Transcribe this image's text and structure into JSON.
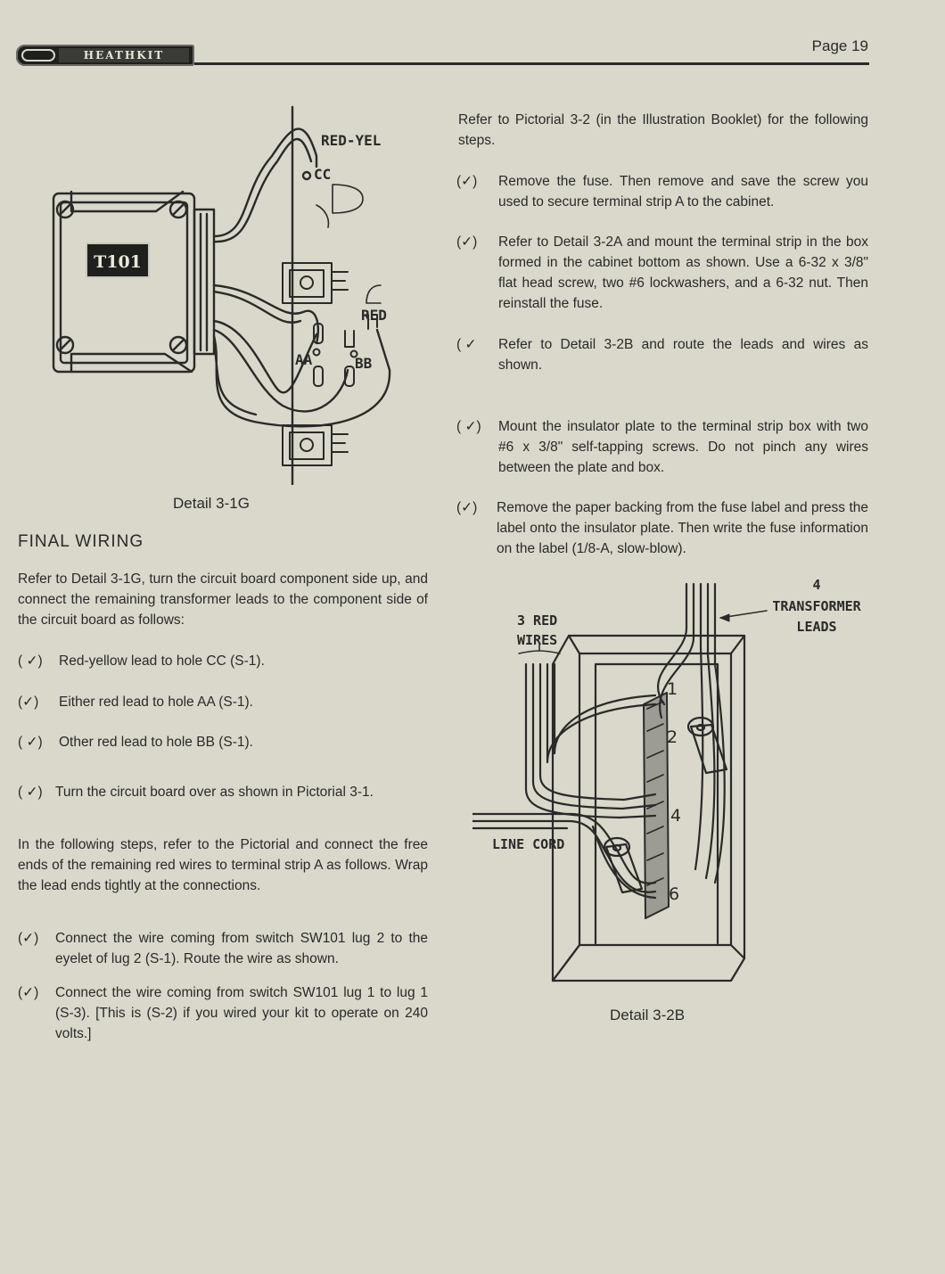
{
  "header": {
    "brand": "HEATHKIT",
    "page_number": "Page 19"
  },
  "detail_3_1g": {
    "caption": "Detail 3-1G",
    "labels": {
      "transformer": "T101",
      "red_yel": "RED-YEL",
      "cc": "CC",
      "red": "RED",
      "aa": "AA",
      "bb": "BB"
    }
  },
  "final_wiring": {
    "heading": "FINAL WIRING",
    "intro": "Refer to Detail 3-1G, turn the circuit board component side up, and connect the remaining transformer leads to the component side of the circuit board as follows:",
    "steps": [
      {
        "mark": "( ✓)",
        "text": "Red-yellow lead to hole CC (S-1)."
      },
      {
        "mark": "(✓)",
        "text": "Either red lead to hole AA (S-1)."
      },
      {
        "mark": "( ✓)",
        "text": "Other red lead to hole BB (S-1)."
      },
      {
        "mark": "( ✓)",
        "text": "Turn the circuit board over as shown in Pictorial 3-1."
      }
    ],
    "intro2": "In the following steps, refer to the Pictorial and connect the free ends of the remaining red wires to terminal strip A as follows. Wrap the lead ends tightly at the connections.",
    "steps2": [
      {
        "mark": "(✓)",
        "text": "Connect the wire coming from switch SW101 lug 2 to the eyelet of lug 2 (S-1). Route the wire as shown."
      },
      {
        "mark": "(✓)",
        "text": "Connect the wire coming from switch SW101 lug 1 to lug 1 (S-3). [This is (S-2) if you wired your kit to operate on 240 volts.]"
      }
    ]
  },
  "right_column": {
    "intro": "Refer to Pictorial 3-2 (in the Illustration Booklet) for the following steps.",
    "steps": [
      {
        "mark": "(✓)",
        "text": "Remove the fuse. Then remove and save the screw you used to secure terminal strip A to the cabinet."
      },
      {
        "mark": "(✓)",
        "text": "Refer to Detail 3-2A and mount the terminal strip in the box formed in the cabinet bottom as shown. Use a 6-32 x 3/8\" flat head screw, two #6 lockwashers, and a 6-32 nut. Then reinstall the fuse."
      },
      {
        "mark": "( ✓",
        "text": "Refer to Detail 3-2B and route the leads and wires as shown."
      },
      {
        "mark": "( ✓)",
        "text": "Mount the insulator plate to the terminal strip box with two #6 x 3/8\" self-tapping screws. Do not pinch any wires between the plate and box."
      },
      {
        "mark": "(✓)",
        "text": "Remove the paper backing from the fuse label and press the label onto the insulator plate. Then write the fuse information on the label (1/8-A, slow-blow)."
      }
    ]
  },
  "detail_3_2b": {
    "caption": "Detail 3-2B",
    "labels": {
      "red_wires_line1": "3 RED",
      "red_wires_line2": "WIRES",
      "transformer_leads_line1": "4",
      "transformer_leads_line2": "TRANSFORMER",
      "transformer_leads_line3": "LEADS",
      "line_cord": "LINE CORD",
      "lug1": "1",
      "lug2": "2",
      "lug4": "4",
      "lug6": "6"
    }
  }
}
